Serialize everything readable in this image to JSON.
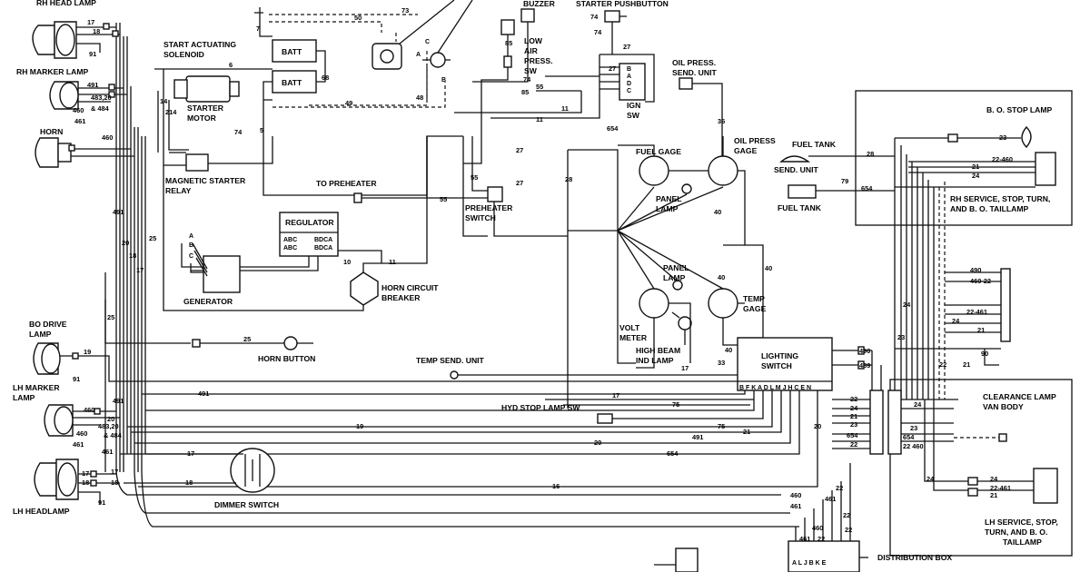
{
  "labels": {
    "rh_head_lamp": "RH HEAD LAMP",
    "rh_marker_lamp": "RH MARKER LAMP",
    "horn": "HORN",
    "bo_drive_lamp_1": "BO DRIVE",
    "bo_drive_lamp_2": "LAMP",
    "lh_marker_lamp_1": "LH MARKER",
    "lh_marker_lamp_2": "LAMP",
    "lh_headlamp": "LH HEADLAMP",
    "start_solenoid_1": "START ACTUATING",
    "start_solenoid_2": "SOLENOID",
    "starter_motor_1": "STARTER",
    "starter_motor_2": "MOTOR",
    "mag_relay_1": "MAGNETIC STARTER",
    "mag_relay_2": "RELAY",
    "batt": "BATT",
    "buzzer": "BUZZER",
    "low_air_1": "LOW",
    "low_air_2": "AIR",
    "low_air_3": "PRESS.",
    "low_air_4": "SW",
    "starter_pushbutton": "STARTER PUSHBUTTON",
    "ign_sw_1": "IGN",
    "ign_sw_2": "SW",
    "oil_send_1": "OIL PRESS.",
    "oil_send_2": "SEND. UNIT",
    "to_preheater": "TO PREHEATER",
    "preheater_sw_1": "PREHEATER",
    "preheater_sw_2": "SWITCH",
    "fuel_gage": "FUEL GAGE",
    "oil_gage_1": "OIL PRESS",
    "oil_gage_2": "GAGE",
    "panel_lamp_1": "PANEL",
    "panel_lamp_2": "LAMP",
    "regulator": "REGULATOR",
    "generator": "GENERATOR",
    "horn_cb_1": "HORN CIRCUIT",
    "horn_cb_2": "BREAKER",
    "horn_button": "HORN BUTTON",
    "volt_meter_1": "VOLT",
    "volt_meter_2": "METER",
    "high_beam_1": "HIGH BEAM",
    "high_beam_2": "IND LAMP",
    "temp_gage_1": "TEMP",
    "temp_gage_2": "GAGE",
    "temp_send": "TEMP SEND. UNIT",
    "lighting_switch_1": "LIGHTING",
    "lighting_switch_2": "SWITCH",
    "lighting_pins": "B F K A D L M J H C E N",
    "hyd_stop": "HYD STOP LAMP SW",
    "dimmer_switch": "DIMMER SWITCH",
    "fuel_tank_1": "FUEL TANK",
    "fuel_tank_2": "SEND. UNIT",
    "fuel_tank_3": "FUEL TANK",
    "bo_stop_lamp": "B. O. STOP LAMP",
    "rh_tail_1": "RH SERVICE, STOP, TURN,",
    "rh_tail_2": "AND B. O. TAILLAMP",
    "clearance_1": "CLEARANCE LAMP",
    "clearance_2": "VAN BODY",
    "lh_tail_1": "LH SERVICE, STOP,",
    "lh_tail_2": "TURN, AND B. O.",
    "lh_tail_3": "TAILLAMP",
    "distribution_box": "DISTRIBUTION BOX",
    "dist_pins": "A L J B K E",
    "reg_abc_1": "ABC",
    "reg_abc_2": "ABC",
    "reg_bdca_1": "BDCA",
    "reg_bdca_2": "BDCA"
  },
  "wires": {
    "w17": "17",
    "w18": "18",
    "w91": "91",
    "w491": "491",
    "w483": "483,20",
    "w484": "& 484",
    "w460": "460",
    "w461": "461",
    "w20": "20",
    "w25": "25",
    "w19": "19",
    "w16": "16",
    "w6": "6",
    "w14": "14",
    "w214": "214",
    "w74": "74",
    "w5": "5",
    "w68": "68",
    "w49": "49",
    "w48": "48",
    "w50": "50",
    "w73": "73",
    "w7": "7",
    "w85": "85",
    "w55": "55",
    "w11": "11",
    "w654": "654",
    "w27": "27",
    "w36": "36",
    "w28": "28",
    "w40": "40",
    "w10": "10",
    "w33": "33",
    "w75": "75",
    "w21": "21",
    "w22": "22",
    "w23": "23",
    "w24": "24",
    "w79": "79",
    "w90": "90",
    "w489": "489",
    "w490": "490",
    "w2246": "22-460",
    "w46022": "460-22",
    "w22461": "22-461",
    "w22460b": "22 460"
  },
  "pins": {
    "a": "A",
    "b": "B",
    "c": "C",
    "d": "D"
  }
}
